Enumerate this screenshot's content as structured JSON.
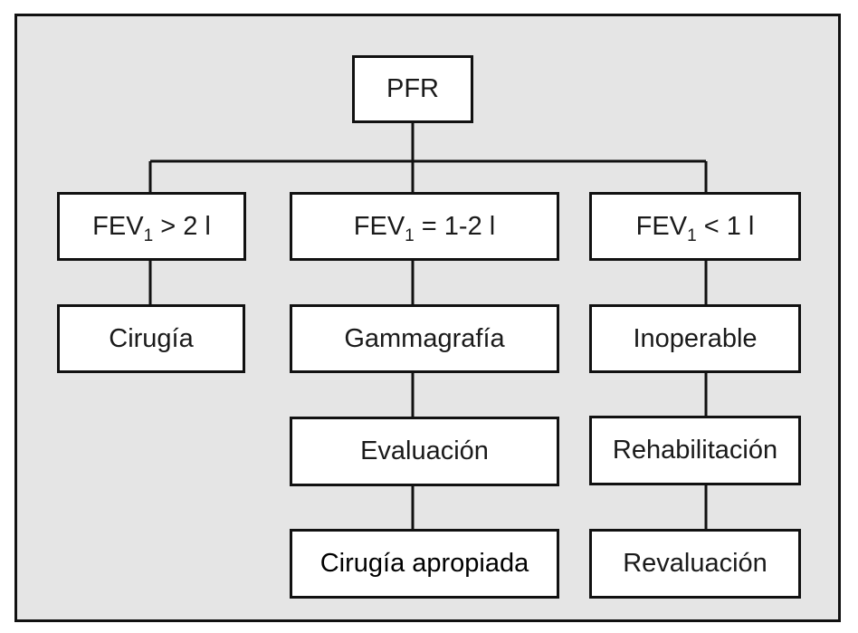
{
  "diagram": {
    "root": {
      "label": "PFR"
    },
    "branches": [
      {
        "condition": {
          "prefix": "FEV",
          "subscript": "1",
          "suffix": " > 2 l"
        },
        "steps": [
          "Cirugía"
        ]
      },
      {
        "condition": {
          "prefix": "FEV",
          "subscript": "1",
          "suffix": " = 1-2 l"
        },
        "steps": [
          "Gammagrafía",
          "Evaluación",
          "Cirugía apropiada"
        ]
      },
      {
        "condition": {
          "prefix": "FEV",
          "subscript": "1",
          "suffix": " < 1 l"
        },
        "steps": [
          "Inoperable",
          "Rehabilitación",
          "Revaluación"
        ]
      }
    ]
  }
}
